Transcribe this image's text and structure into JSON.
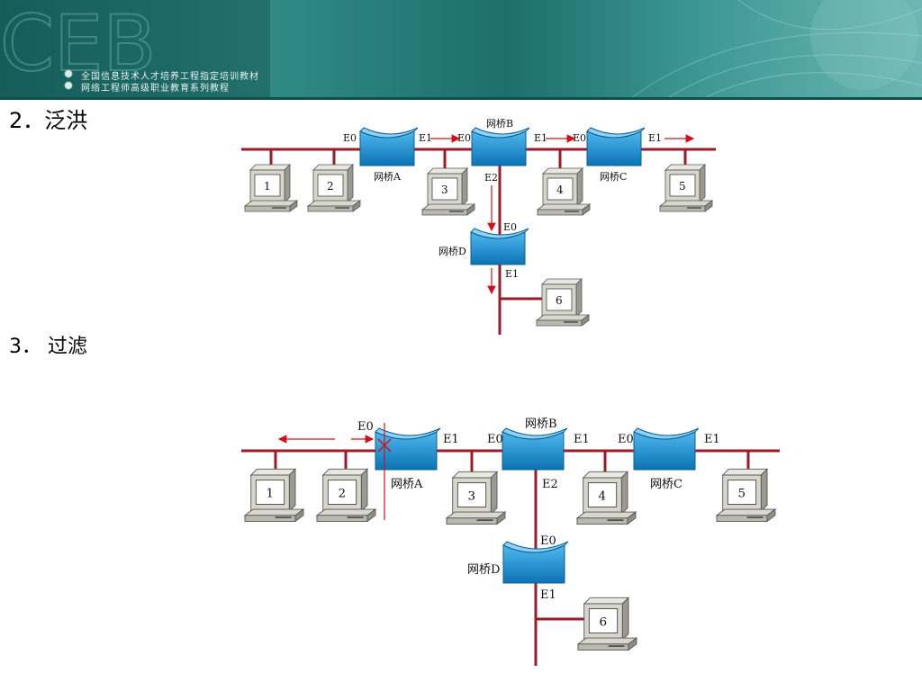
{
  "banner": {
    "line1": "全国信息技术人才培养工程指定培训教材",
    "line2": "网络工程师高级职业教育系列教程",
    "accent_color": "#1d6f6b"
  },
  "sections": [
    {
      "heading": "2．泛洪",
      "bridges": [
        "网桥A",
        "网桥B",
        "网桥C",
        "网桥D"
      ],
      "ports": {
        "a_e0": "E0",
        "a_e1": "E1",
        "b_e0": "E0",
        "b_e1": "E1",
        "b_e2": "E2",
        "c_e0": "E0",
        "c_e1": "E1",
        "d_e0": "E0",
        "d_e1": "E1"
      },
      "hosts": [
        "1",
        "2",
        "3",
        "4",
        "5",
        "6"
      ]
    },
    {
      "heading": "3． 过滤",
      "bridges": [
        "网桥A",
        "网桥B",
        "网桥C",
        "网桥D"
      ],
      "ports": {
        "a_e0": "E0",
        "a_e1": "E1",
        "b_e0": "E0",
        "b_e1": "E1",
        "b_e2": "E2",
        "c_e0": "E0",
        "c_e1": "E1",
        "d_e0": "E0",
        "d_e1": "E1"
      },
      "hosts": [
        "1",
        "2",
        "3",
        "4",
        "5",
        "6"
      ]
    }
  ],
  "colors": {
    "segment": "#9b1b2b",
    "arrow": "#d0101a",
    "bridge": "#1a96d8",
    "bridge_dark": "#0b5f93"
  }
}
